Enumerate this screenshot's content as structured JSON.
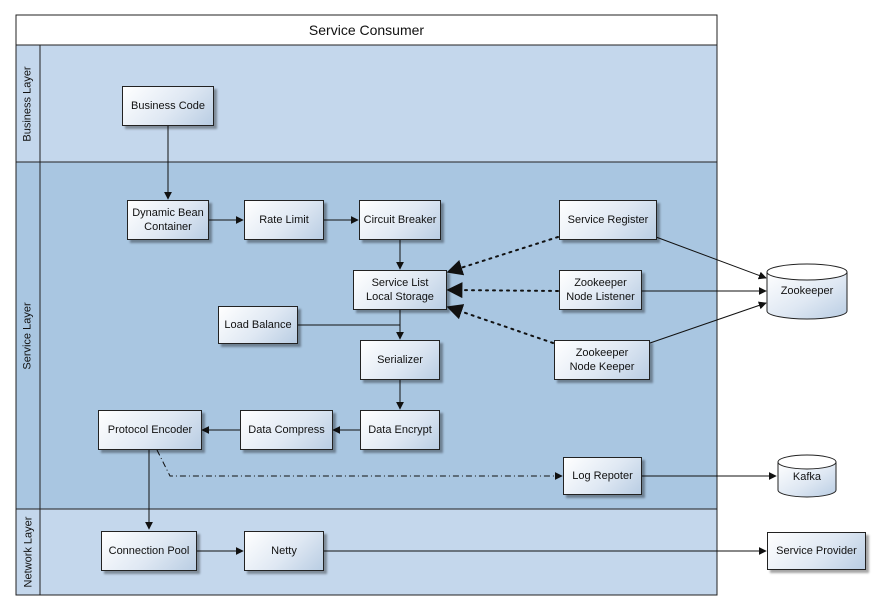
{
  "title": "Service Consumer",
  "lanes": {
    "business": "Business Layer",
    "service": "Service Layer",
    "network": "Network Layer"
  },
  "nodes": {
    "business_code": "Business Code",
    "dynamic_bean": "Dynamic Bean\nContainer",
    "rate_limit": "Rate Limit",
    "circuit_breaker": "Circuit Breaker",
    "service_register": "Service Register",
    "service_list": "Service List\nLocal Storage",
    "zk_listener": "Zookeeper\nNode Listener",
    "load_balance": "Load Balance",
    "serializer": "Serializer",
    "zk_keeper": "Zookeeper\nNode Keeper",
    "protocol_encoder": "Protocol Encoder",
    "data_compress": "Data Compress",
    "data_encrypt": "Data Encrypt",
    "log_reporter": "Log Repoter",
    "connection_pool": "Connection Pool",
    "netty": "Netty",
    "service_provider": "Service Provider"
  },
  "databases": {
    "zookeeper": "Zookeeper",
    "kafka": "Kafka"
  },
  "colors": {
    "business_lane": "#c4d7ec",
    "service_lane": "#a9c6e1",
    "network_lane": "#c4d7ec",
    "header": "#ffffff",
    "stroke": "#222222"
  }
}
